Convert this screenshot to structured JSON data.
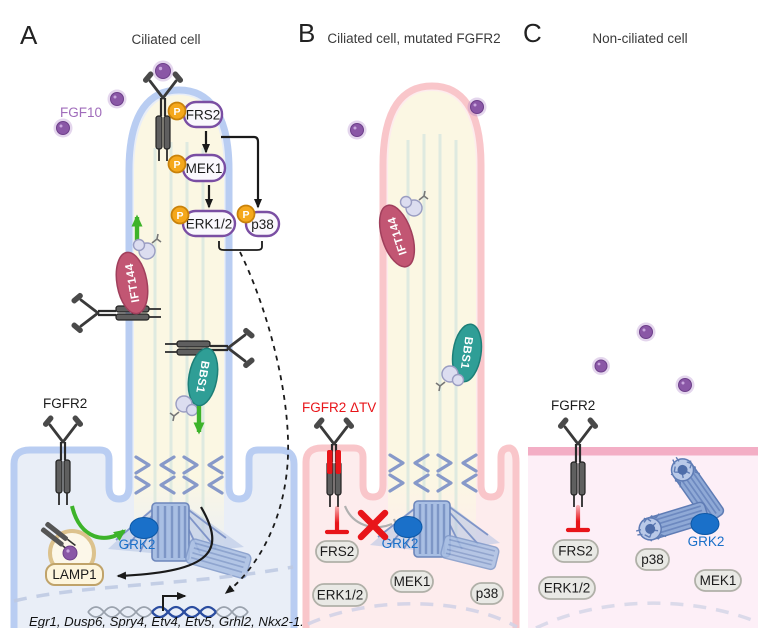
{
  "figure_type": "cell-signaling-diagram",
  "colors": {
    "ciliated_membrane_blue": "#b9cdf2",
    "cilium_lumen_cream": "#fbf7e3",
    "cell_a_fill": "#e9eef7",
    "mutant_membrane_pink": "#f9c6ca",
    "cell_b_fill": "#fdeced",
    "nonciliated_membrane_pink": "#f3aec5",
    "cell_c_fill": "#fdeff7",
    "ligand_purple": "#8a57a6",
    "phospho_orange": "#f5a81c",
    "active_box_border_purple": "#7a4ea3",
    "inactive_pill_gray": "#e9e9e5",
    "ift144_rose": "#c25673",
    "bbs1_teal": "#2f9e96",
    "grk2_blue": "#1a70c9",
    "activation_green": "#3db32a",
    "inhibition_red": "#e8151a",
    "lysosome_tan": "#c0a36a",
    "basal_body_blue": "#a9bfe3"
  },
  "panelA": {
    "letter": "A",
    "title": "Ciliated cell",
    "fgf10_label": "FGF10",
    "fgfr2_label": "FGFR2",
    "phospho": "P",
    "frs2": "FRS2",
    "mek1": "MEK1",
    "erk12": "ERK1/2",
    "p38": "p38",
    "ift144": "IFT144",
    "bbs1": "BBS1",
    "grk2": "GRK2",
    "lamp1": "LAMP1",
    "target_genes": "Egr1, Dusp6, Spry4, Etv4, Etv5, Grhl2, Nkx2-1..."
  },
  "panelB": {
    "letter": "B",
    "title": "Ciliated cell, mutated FGFR2",
    "receptor_label": "FGFR2 ΔTV",
    "ift144": "IFT144",
    "bbs1": "BBS1",
    "grk2": "GRK2",
    "frs2": "FRS2",
    "erk12": "ERK1/2",
    "mek1": "MEK1",
    "p38": "p38"
  },
  "panelC": {
    "letter": "C",
    "title": "Non-ciliated cell",
    "receptor_label": "FGFR2",
    "grk2": "GRK2",
    "frs2": "FRS2",
    "erk12": "ERK1/2",
    "mek1": "MEK1",
    "p38": "p38"
  }
}
